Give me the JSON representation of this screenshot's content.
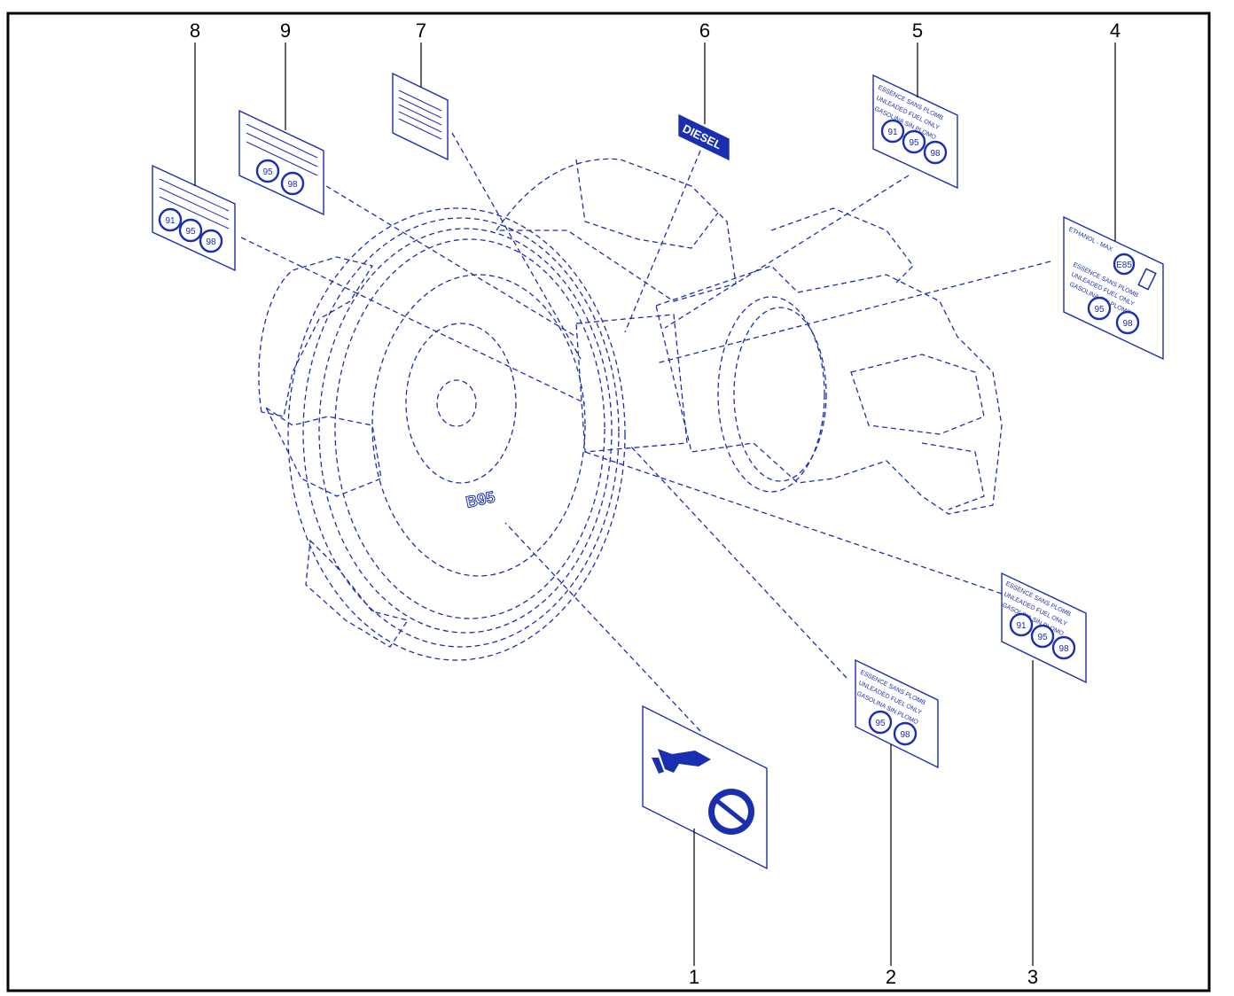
{
  "callouts": [
    "1",
    "2",
    "3",
    "4",
    "5",
    "6",
    "7",
    "8",
    "9"
  ],
  "fuel_grades": {
    "g91": "91",
    "g95": "95",
    "g98": "98",
    "e85": "E85"
  },
  "labels": {
    "diesel": "DIESEL",
    "essence_sans_plomb": "ESSENCE SANS PLOMB",
    "unleaded_fuel_only": "UNLEADED FUEL ONLY",
    "gasolina_sin_plomo": "GASOLINA SIN PLOMO",
    "ethanol_max": "ETHANOL - MAX",
    "embossed_code": "B95"
  },
  "colors": {
    "line": "#1a2fb0",
    "frame": "#000000",
    "background": "#ffffff"
  }
}
